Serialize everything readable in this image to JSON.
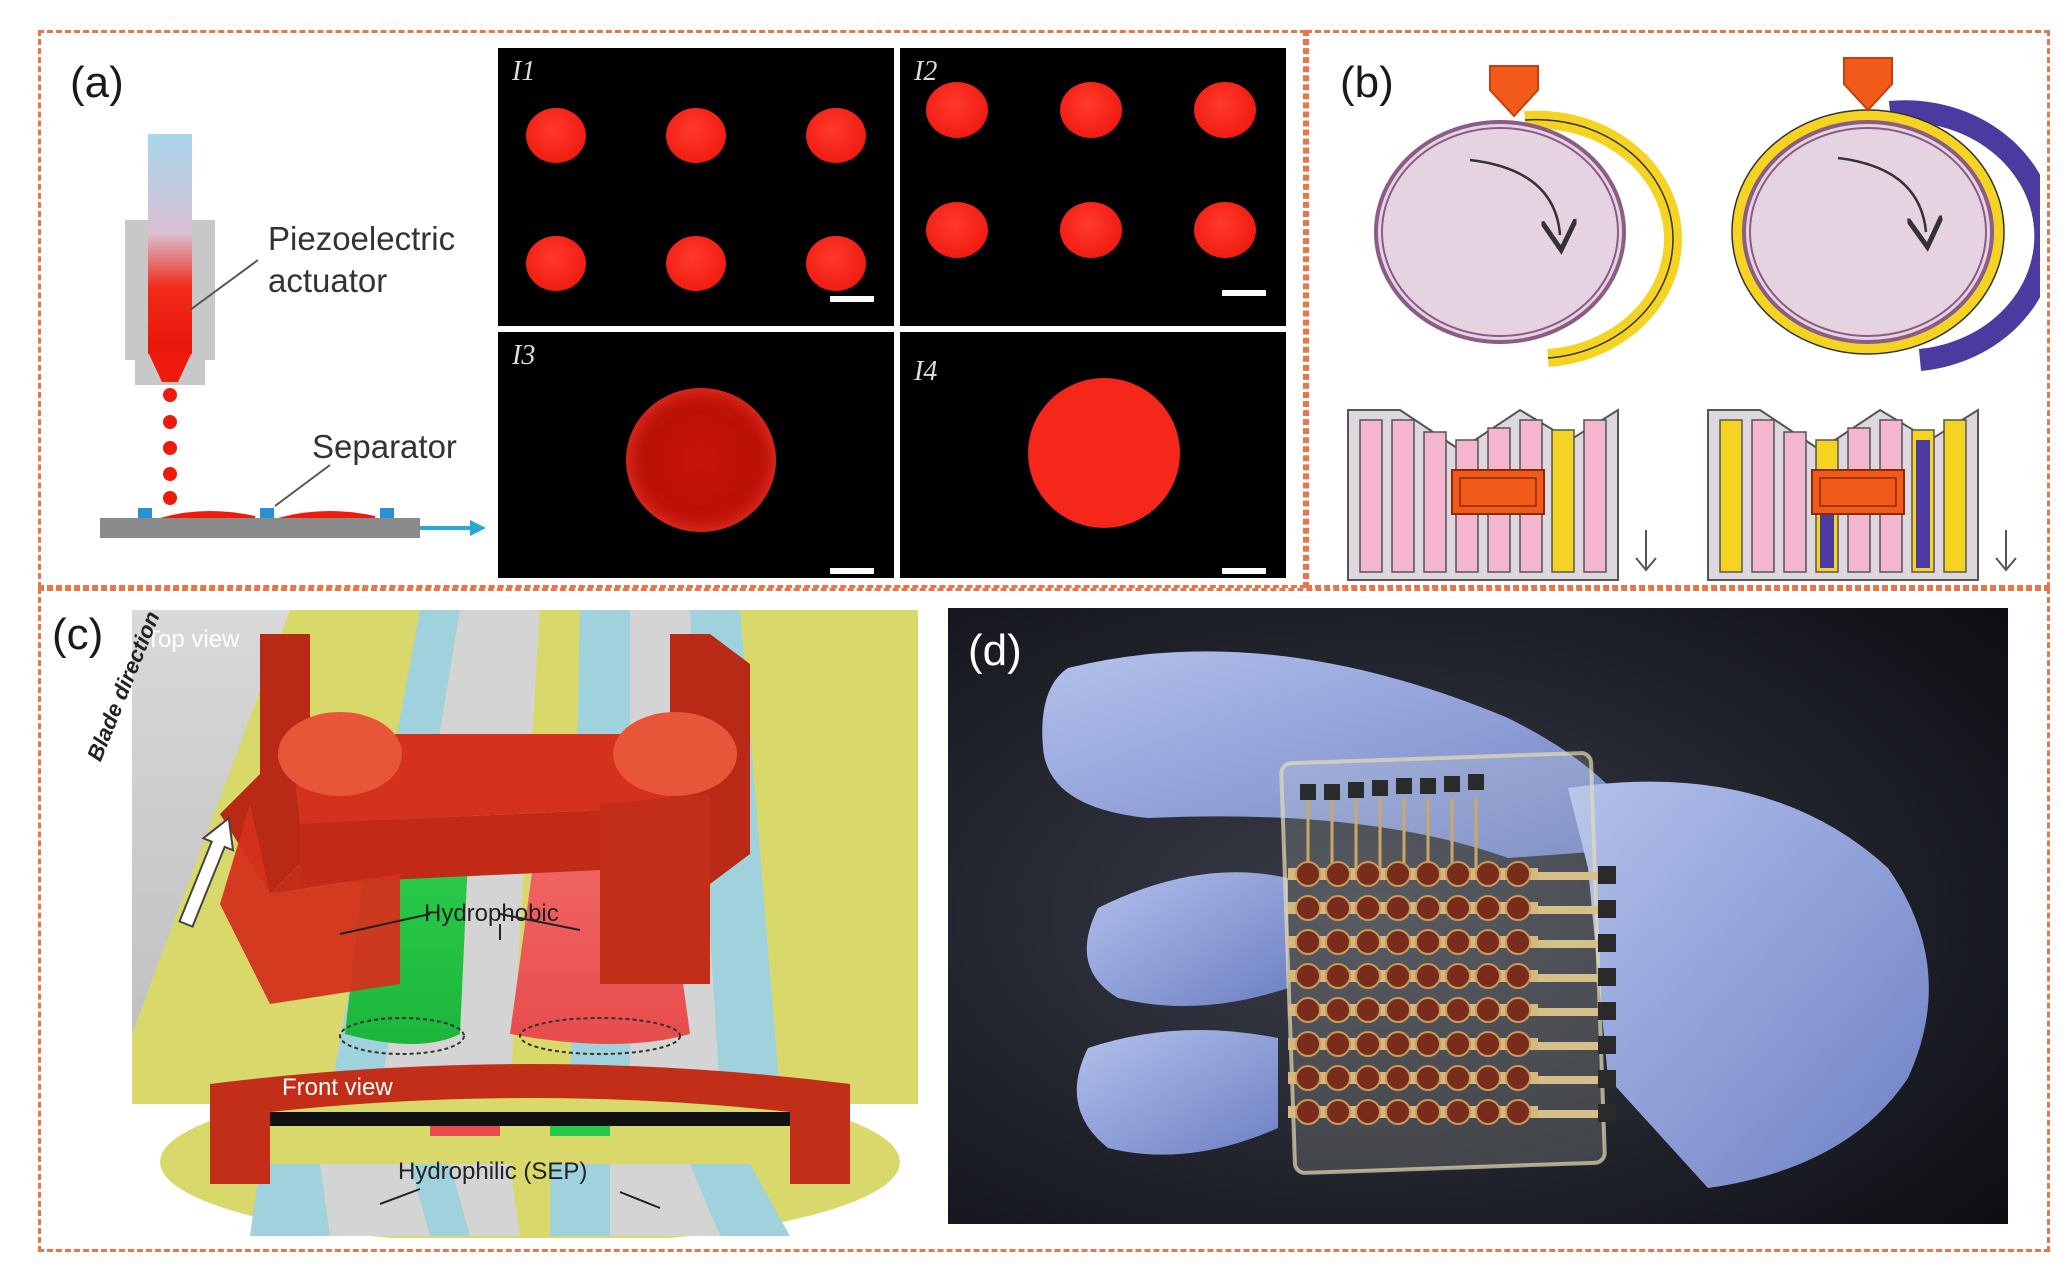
{
  "panels": {
    "a": {
      "label": "(a)",
      "actuator_label_line1": "Piezoelectric",
      "actuator_label_line2": "actuator",
      "separator_label": "Separator",
      "micrographs": [
        {
          "tag": "I1"
        },
        {
          "tag": "I2"
        },
        {
          "tag": "I3"
        },
        {
          "tag": "I4"
        }
      ]
    },
    "b": {
      "label": "(b)"
    },
    "c": {
      "label": "(c)",
      "top_view": "Top view",
      "blade_direction": "Blade direction",
      "hydrophobic": "Hydrophobic",
      "front_view": "Front view",
      "hydrophilic": "Hydrophilic (SEP)"
    },
    "d": {
      "label": "(d)"
    }
  },
  "colors": {
    "frame": "#e8764a",
    "droplet_red": "#f21d12",
    "nozzle_orange": "#f25a1a",
    "yellow_coat": "#f5d322",
    "purple_coat": "#4b3aa0",
    "pink_fill": "#f4b6cf",
    "blade_red": "#d4321c",
    "green_stripe": "#27c84a",
    "glove_blue": "#8c9fd8"
  }
}
